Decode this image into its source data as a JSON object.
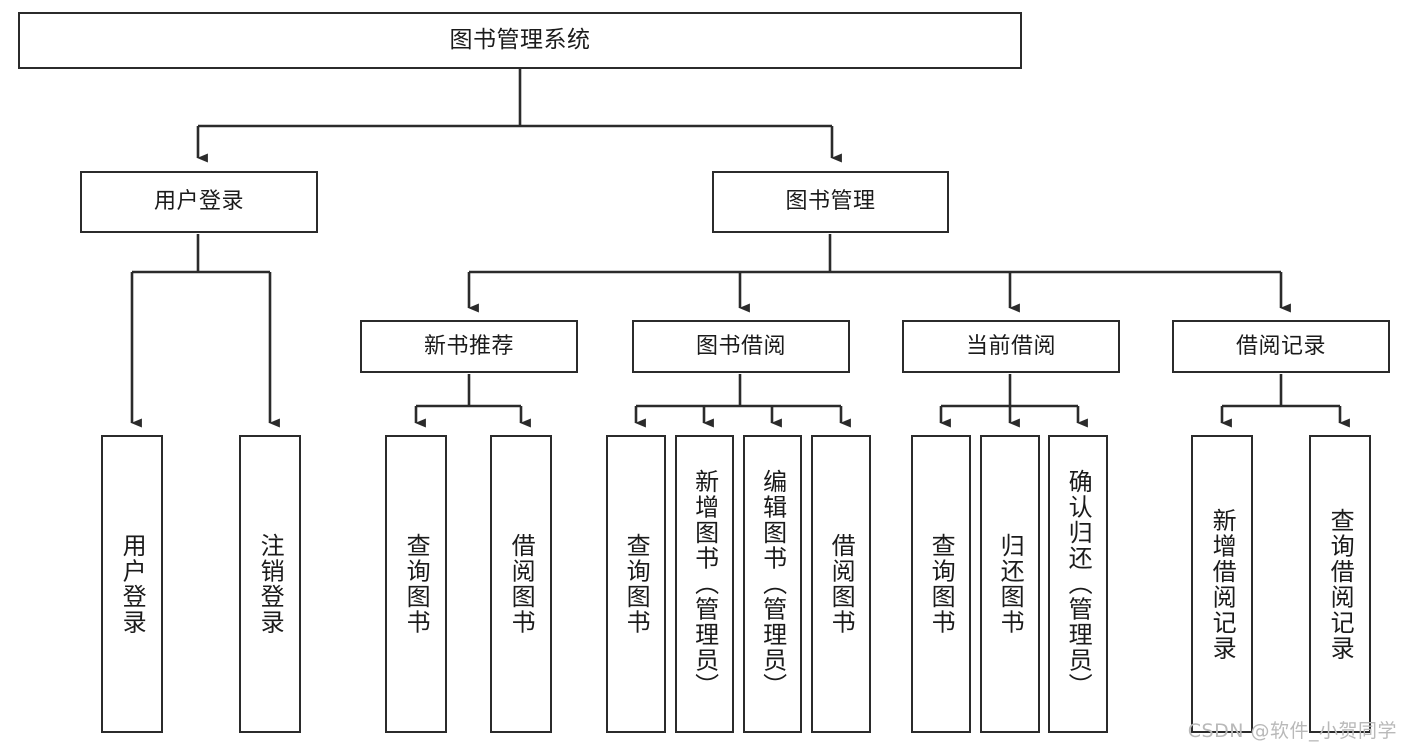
{
  "diagram": {
    "title": "图书管理系统",
    "type": "hierarchy-tree",
    "root": {
      "id": "root",
      "label": "图书管理系统"
    },
    "level1": [
      {
        "id": "user-login",
        "label": "用户登录"
      },
      {
        "id": "book-manage",
        "label": "图书管理"
      }
    ],
    "level2": [
      {
        "id": "new-book-recommend",
        "label": "新书推荐",
        "parent": "book-manage"
      },
      {
        "id": "book-borrow",
        "label": "图书借阅",
        "parent": "book-manage"
      },
      {
        "id": "current-borrow",
        "label": "当前借阅",
        "parent": "book-manage"
      },
      {
        "id": "borrow-record",
        "label": "借阅记录",
        "parent": "book-manage"
      }
    ],
    "leaves": [
      {
        "id": "leaf-user-login",
        "label": "用户登录",
        "parent": "user-login"
      },
      {
        "id": "leaf-logout",
        "label": "注销登录",
        "parent": "user-login"
      },
      {
        "id": "leaf-query-book-1",
        "label": "查询图书",
        "parent": "new-book-recommend"
      },
      {
        "id": "leaf-borrow-book-1",
        "label": "借阅图书",
        "parent": "new-book-recommend"
      },
      {
        "id": "leaf-query-book-2",
        "label": "查询图书",
        "parent": "book-borrow"
      },
      {
        "id": "leaf-add-book",
        "label": "新增图书（管理员）",
        "parent": "book-borrow"
      },
      {
        "id": "leaf-edit-book",
        "label": "编辑图书（管理员）",
        "parent": "book-borrow"
      },
      {
        "id": "leaf-borrow-book-2",
        "label": "借阅图书",
        "parent": "book-borrow"
      },
      {
        "id": "leaf-query-book-3",
        "label": "查询图书",
        "parent": "current-borrow"
      },
      {
        "id": "leaf-return-book",
        "label": "归还图书",
        "parent": "current-borrow"
      },
      {
        "id": "leaf-confirm-return",
        "label": "确认归还（管理员）",
        "parent": "current-borrow"
      },
      {
        "id": "leaf-add-record",
        "label": "新增借阅记录",
        "parent": "borrow-record"
      },
      {
        "id": "leaf-query-record",
        "label": "查询借阅记录",
        "parent": "borrow-record"
      }
    ],
    "colors": {
      "box_border": "#2b2b2b",
      "box_fill": "#ffffff",
      "edge": "#2b2b2b",
      "text": "#1b1b1b",
      "watermark": "#b9b9b9",
      "background": "#ffffff"
    }
  },
  "watermark": {
    "text": "CSDN @软件_小贺同学"
  }
}
